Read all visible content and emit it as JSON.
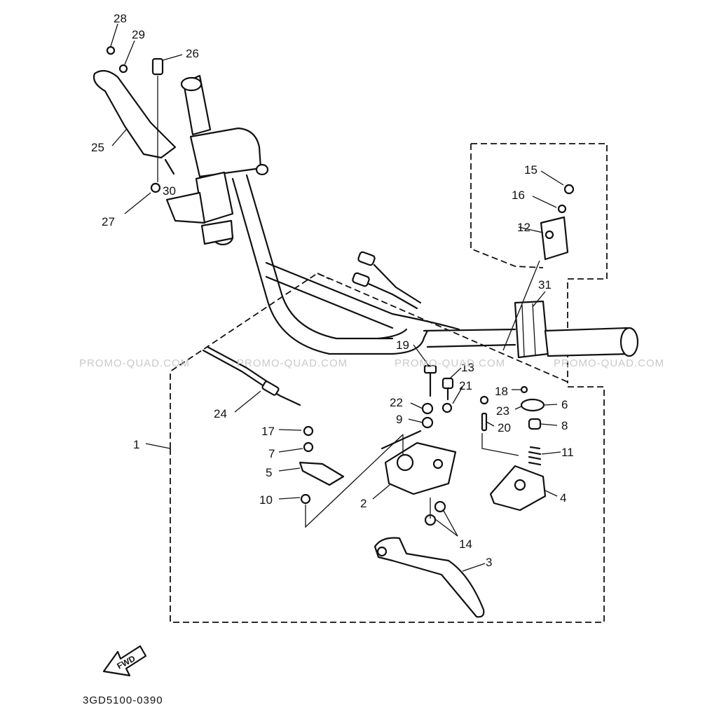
{
  "diagram": {
    "part_numbers": [
      "1",
      "2",
      "3",
      "4",
      "5",
      "6",
      "7",
      "8",
      "9",
      "10",
      "11",
      "12",
      "13",
      "14",
      "15",
      "16",
      "17",
      "18",
      "19",
      "20",
      "21",
      "22",
      "23",
      "24",
      "25",
      "26",
      "27",
      "28",
      "29",
      "30",
      "31"
    ],
    "watermark": "PROMO-QUAD.COM",
    "fwd_label": "FWD",
    "drawing_code": "3GD5100-0390"
  }
}
